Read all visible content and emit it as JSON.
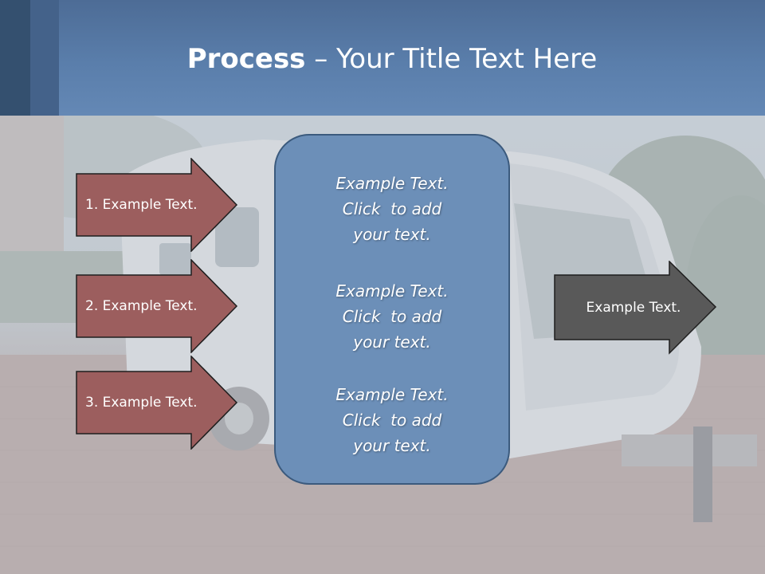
{
  "slide": {
    "title_bold": "Process",
    "title_rest": " – Your Title Text Here"
  },
  "steps": [
    {
      "label": "1. Example Text."
    },
    {
      "label": "2. Example Text."
    },
    {
      "label": "3. Example Text."
    }
  ],
  "center": {
    "blocks": [
      {
        "line1": "Example Text.",
        "line2": "Click  to add",
        "line3": "your text."
      },
      {
        "line1": "Example Text.",
        "line2": "Click  to add",
        "line3": "your text."
      },
      {
        "line1": "Example Text.",
        "line2": "Click  to add",
        "line3": "your text."
      }
    ]
  },
  "output": {
    "label": "Example Text."
  },
  "colors": {
    "header": "#5a7eab",
    "step_arrow": "#9c5e5e",
    "center_box": "#6c8fb8",
    "output_arrow": "#595959"
  }
}
